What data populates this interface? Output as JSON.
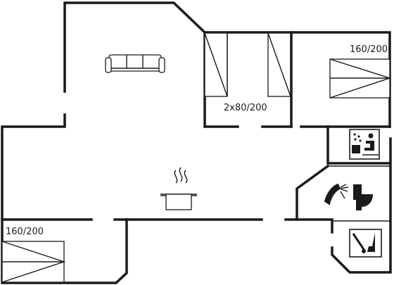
{
  "labels": {
    "bed_top_right": "160/200",
    "beds_middle": "2x80/200",
    "bed_bottom_left": "160/200"
  },
  "icons": {
    "sofa": "sofa-icon",
    "stove": "stove-icon",
    "sauna": "sauna-icon",
    "shower": "shower-icon",
    "toilet": "toilet-icon",
    "utility": "washing-machine-icon"
  }
}
